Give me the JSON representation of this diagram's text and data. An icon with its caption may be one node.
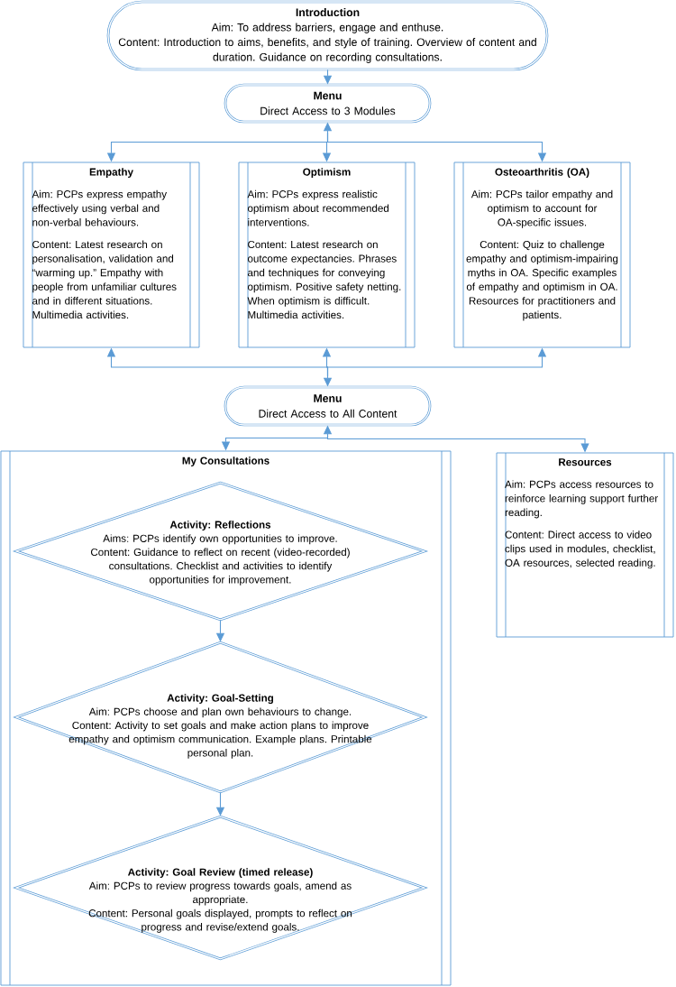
{
  "diagram": {
    "nodes": [
      {
        "text": [
          "Introduction",
          "Aim: To address barriers, engage and enthuse.",
          "Content:  Introduction to aims, benefits, and style of training.  Overview of content and duration.  Guidance on recording consultations."
        ]
      },
      {
        "text": [
          "Menu",
          "Direct Access to 3 Modules"
        ]
      },
      {
        "text": [
          "Empathy",
          "Aim: PCPs express empathy effectively using verbal and non-verbal behaviours.",
          "Content: Latest research on personalisation, validation and “warming up.” Empathy with people from unfamiliar cultures and in different situations. Multimedia activities."
        ]
      },
      {
        "text": [
          "Optimism",
          "Aim: PCPs express realistic optimism about recommended interventions.",
          "Content: Latest research on outcome expectancies. Phrases and techniques for conveying optimism. Positive safety netting. When optimism is difficult. Multimedia activities."
        ]
      },
      {
        "text": [
          "Osteoarthritis (OA)",
          "Aim: PCPs tailor empathy and optimism to account for OA-specific issues.",
          "Content:  Quiz to challenge empathy and optimism-impairing myths in OA. Specific examples of empathy and optimism in OA. Resources for practitioners and patients."
        ]
      },
      {
        "text": [
          "Menu",
          "Direct Access to All Content"
        ]
      },
      {
        "text": [
          "My Consultations"
        ]
      },
      {
        "text": [
          "Activity: Reflections",
          "Aims:  PCPs identify own opportunities to improve.",
          "Content:  Guidance to reflect on recent (video-recorded) consultations. Checklist and activities to identify opportunities for improvement."
        ],
        "in": 6
      },
      {
        "text": [
          "Activity: Goal-Setting",
          "Aim: PCPs choose and plan own behaviours to change.",
          "Content: Activity to set goals and make action plans to improve empathy and optimism communication. Example plans. Printable personal plan."
        ],
        "in": 6
      },
      {
        "text": [
          "Activity:  Goal Review (timed release)",
          "Aim: PCPs to review progress towards goals, amend as appropriate.",
          "Content: Personal goals displayed, prompts to reflect on progress and revise/extend goals."
        ],
        "in": 6
      },
      {
        "text": [
          "Resources",
          "Aim: PCPs access resources to reinforce learning support further reading.",
          "Content: Direct access to video clips used in modules, checklist, OA resources, selected reading."
        ]
      }
    ],
    "edges": [
      {
        "from": 0,
        "to": 1,
        "arrow": "to"
      },
      {
        "from": 1,
        "to": 2,
        "arrow": "to"
      },
      {
        "from": 1,
        "to": 3,
        "arrow": "both"
      },
      {
        "from": 1,
        "to": 4,
        "arrow": "to"
      },
      {
        "from": 5,
        "to": 2,
        "arrow": "to"
      },
      {
        "from": 5,
        "to": 3,
        "arrow": "both"
      },
      {
        "from": 5,
        "to": 4,
        "arrow": "to"
      },
      {
        "from": 5,
        "to": 6,
        "arrow": "both"
      },
      {
        "from": 5,
        "to": 10,
        "arrow": "to"
      },
      {
        "from": 7,
        "to": 8,
        "arrow": "to"
      },
      {
        "from": 8,
        "to": 9,
        "arrow": "to"
      }
    ]
  }
}
